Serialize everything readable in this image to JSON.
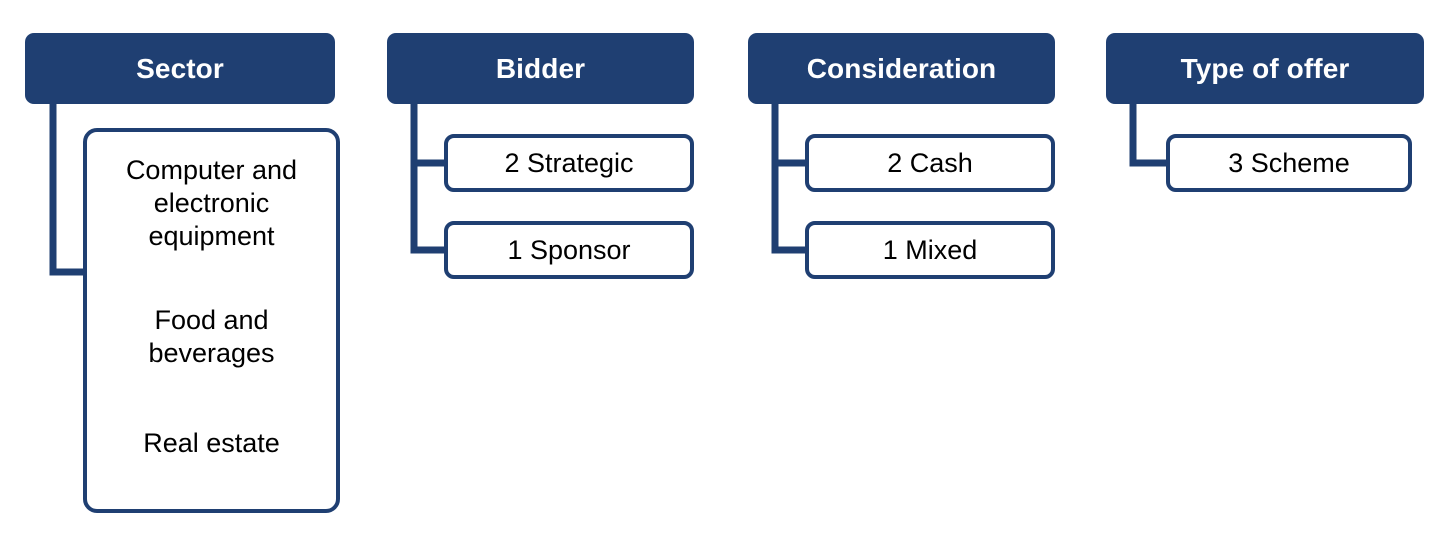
{
  "diagram": {
    "type": "tree-breakdown",
    "accent_color": "#1F3F72",
    "background_color": "#FFFFFF",
    "columns": [
      {
        "id": "sector",
        "header": "Sector",
        "style": "stacked-list",
        "entries": [
          "Computer and electronic equipment",
          "Food and beverages",
          "Real estate"
        ]
      },
      {
        "id": "bidder",
        "header": "Bidder",
        "style": "branched",
        "entries": [
          "2 Strategic",
          "1 Sponsor"
        ]
      },
      {
        "id": "consideration",
        "header": "Consideration",
        "style": "branched",
        "entries": [
          "2 Cash",
          "1 Mixed"
        ]
      },
      {
        "id": "type-of-offer",
        "header": "Type of offer",
        "style": "branched",
        "entries": [
          "3 Scheme"
        ]
      }
    ],
    "sector_lines": {
      "entry_0_line_0": "Computer and",
      "entry_0_line_1": "electronic",
      "entry_0_line_2": "equipment",
      "entry_1_line_0": "Food and",
      "entry_1_line_1": "beverages",
      "entry_2_line_0": "Real estate"
    }
  }
}
